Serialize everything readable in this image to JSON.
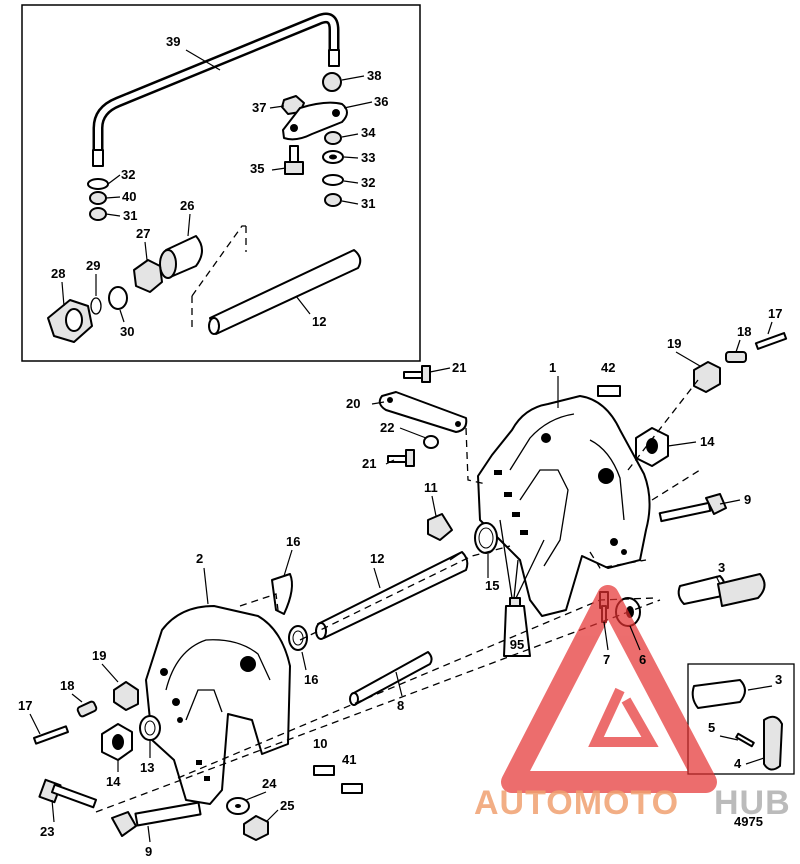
{
  "diagram_id": "4975",
  "callouts": {
    "p1": "1",
    "p2": "2",
    "p3a": "3",
    "p3b": "3",
    "p4": "4",
    "p5": "5",
    "p6": "6",
    "p7": "7",
    "p8": "8",
    "p9a": "9",
    "p9b": "9",
    "p10": "10",
    "p11": "11",
    "p12a": "12",
    "p12b": "12",
    "p13": "13",
    "p14a": "14",
    "p14b": "14",
    "p15": "15",
    "p16a": "16",
    "p16b": "16",
    "p17a": "17",
    "p17b": "17",
    "p18a": "18",
    "p18b": "18",
    "p19a": "19",
    "p19b": "19",
    "p20": "20",
    "p21a": "21",
    "p21b": "21",
    "p22": "22",
    "p23": "23",
    "p24": "24",
    "p25": "25",
    "p26": "26",
    "p27": "27",
    "p28": "28",
    "p29": "29",
    "p30": "30",
    "p31a": "31",
    "p31b": "31",
    "p32a": "32",
    "p32b": "32",
    "p33": "33",
    "p34": "34",
    "p35": "35",
    "p36": "36",
    "p37": "37",
    "p38": "38",
    "p39": "39",
    "p40": "40",
    "p41": "41",
    "p42": "42"
  },
  "tube_label": "95",
  "watermark": {
    "brand_part1": "AUTOMOTO",
    "brand_part2": "HUB",
    "color_primary": "#f0a070",
    "color_secondary": "#b0b0b0",
    "logo_color": "#e53030"
  }
}
